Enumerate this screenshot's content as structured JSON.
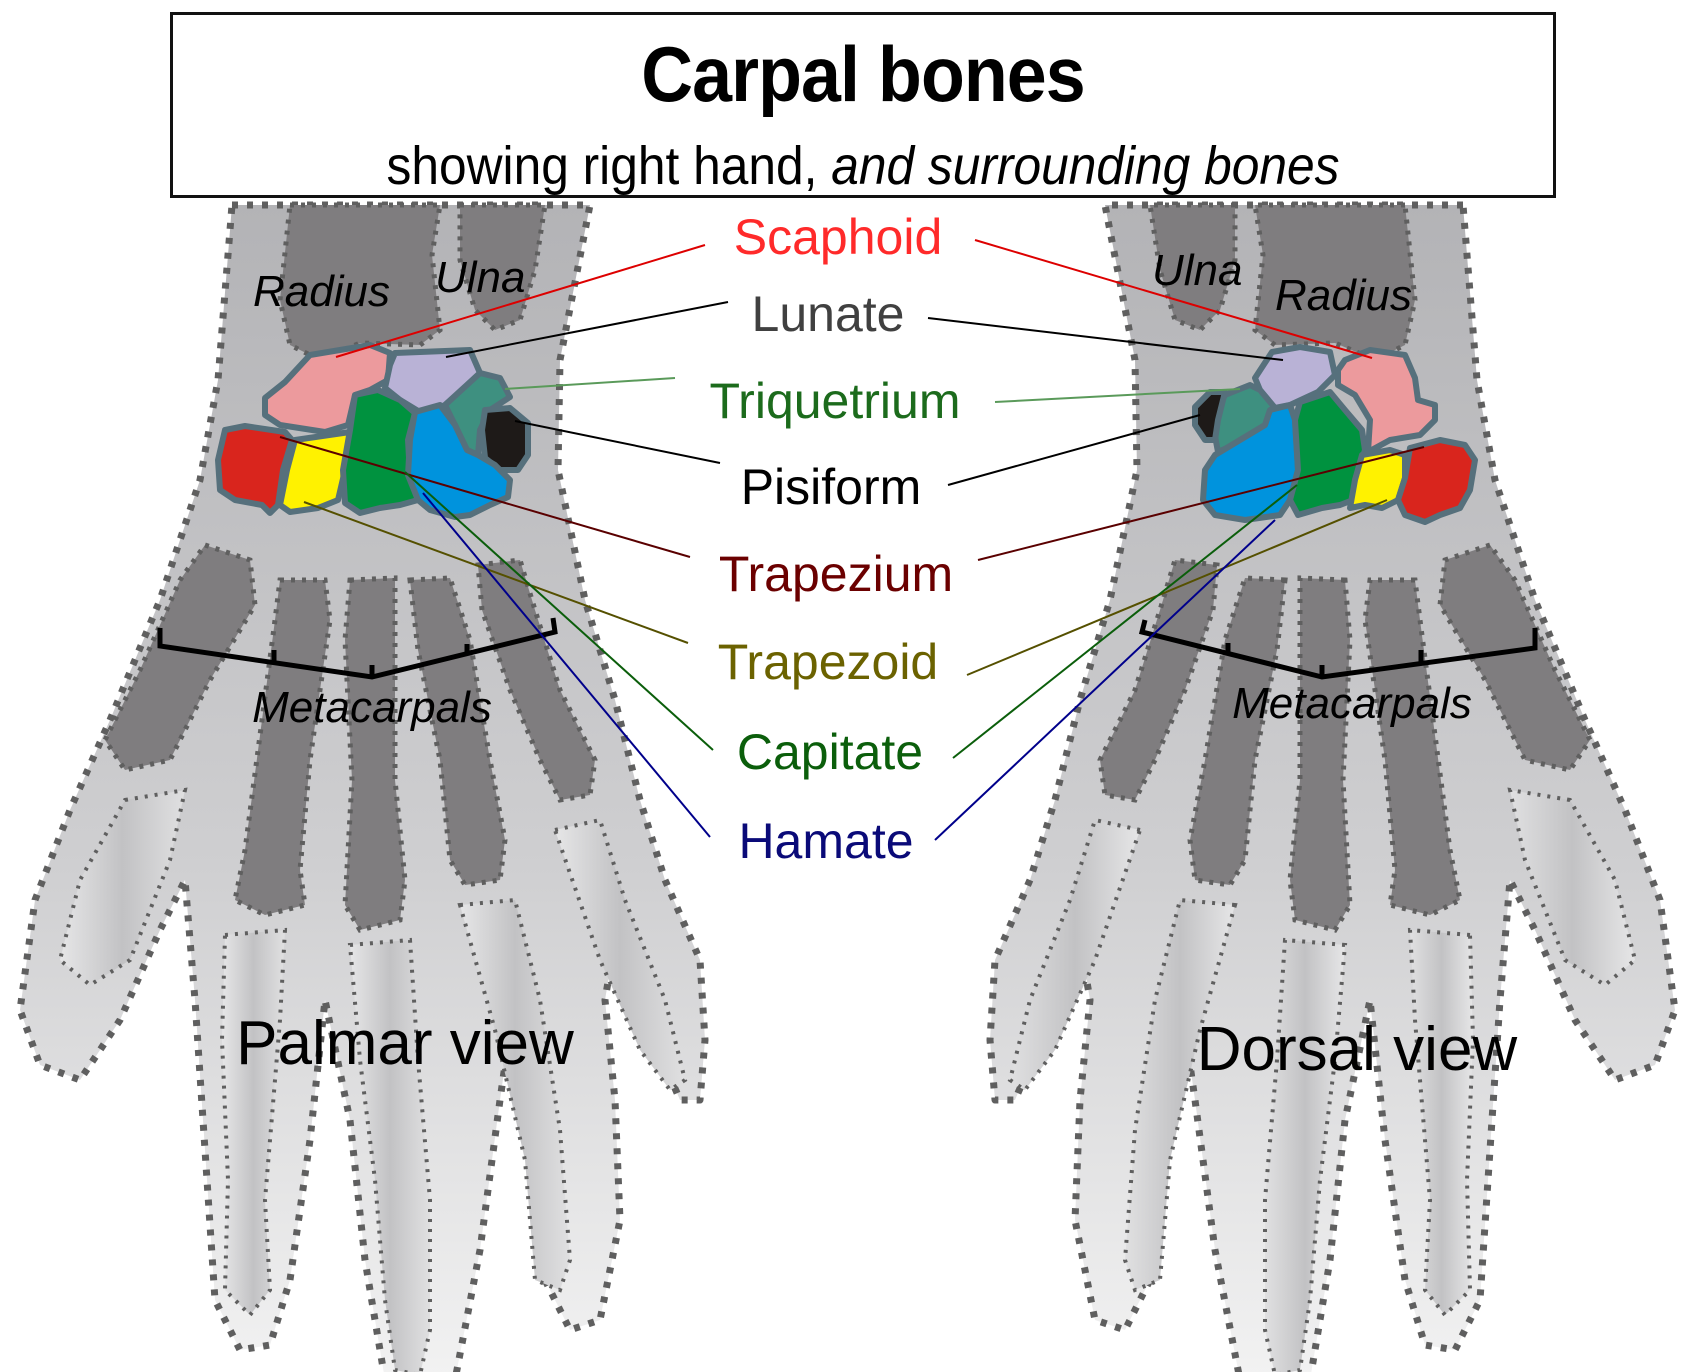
{
  "title": {
    "main": "Carpal bones",
    "subtitle_plain": "showing right hand,",
    "subtitle_italic": "and surrounding bones"
  },
  "views": {
    "palmar": "Palmar view",
    "dorsal": "Dorsal view"
  },
  "forearm_labels": {
    "palmar_radius": "Radius",
    "palmar_ulna": "Ulna",
    "dorsal_ulna": "Ulna",
    "dorsal_radius": "Radius"
  },
  "metacarpals_label": {
    "palmar": "Metacarpals",
    "dorsal": "Metacarpals"
  },
  "carpal_bones": [
    {
      "id": "scaphoid",
      "label": "Scaphoid",
      "label_color": "#ff2a2a",
      "line_color": "#dd0000",
      "fill": "#ec9a9d"
    },
    {
      "id": "lunate",
      "label": "Lunate",
      "label_color": "#404040",
      "line_color": "#000000",
      "fill": "#b9b2d6"
    },
    {
      "id": "triquetrium",
      "label": "Triquetrium",
      "label_color": "#1c6b1c",
      "line_color": "#5a9a5a",
      "fill": "#3e9080"
    },
    {
      "id": "pisiform",
      "label": "Pisiform",
      "label_color": "#000000",
      "line_color": "#000000",
      "fill": "#1e1a18"
    },
    {
      "id": "trapezium",
      "label": "Trapezium",
      "label_color": "#6b0000",
      "line_color": "#5a0000",
      "fill": "#d9251d"
    },
    {
      "id": "trapezoid",
      "label": "Trapezoid",
      "label_color": "#6b6200",
      "line_color": "#555000",
      "fill": "#fff200"
    },
    {
      "id": "capitate",
      "label": "Capitate",
      "label_color": "#0b5e0b",
      "line_color": "#0b5e0b",
      "fill": "#00923f"
    },
    {
      "id": "hamate",
      "label": "Hamate",
      "label_color": "#0a0a78",
      "line_color": "#00008b",
      "fill": "#0093dd"
    }
  ],
  "colors": {
    "skin": "#b8b8bb",
    "skin_light": "#d8d8da",
    "bone_dark": "#7f7d7f",
    "outline_dots": "#5f5f5f",
    "carpal_outline": "#56707c"
  }
}
